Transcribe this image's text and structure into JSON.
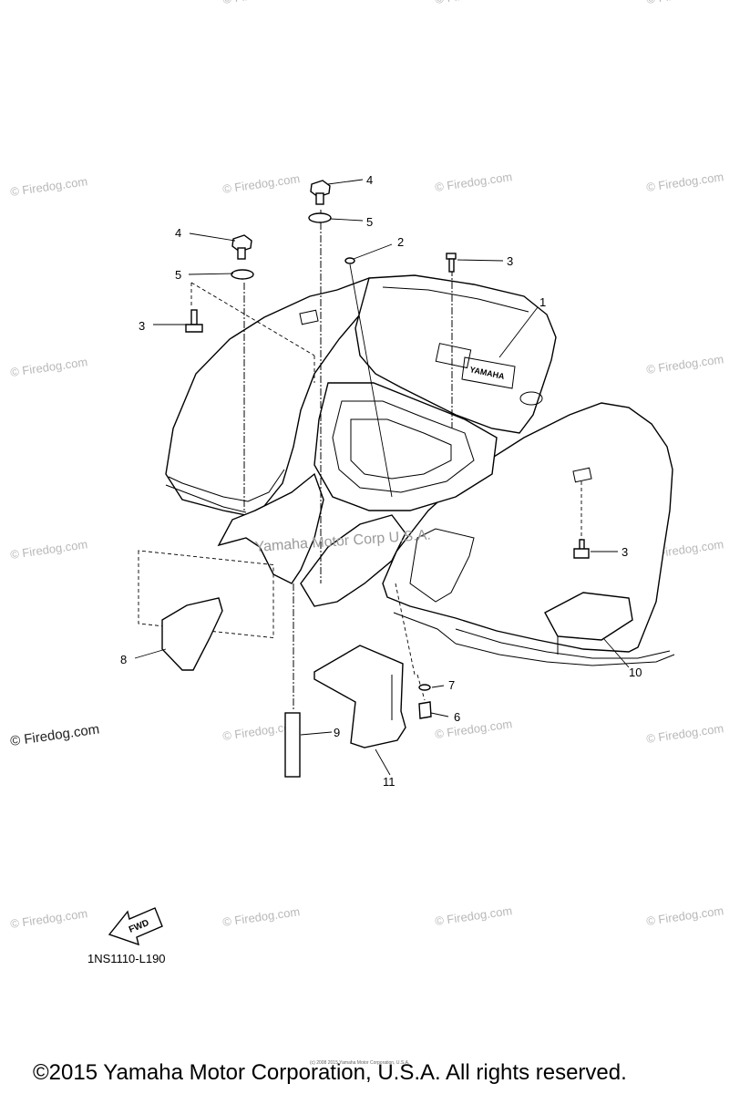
{
  "diagram_code": "1NS1110-L190",
  "copyright": "©2015 Yamaha Motor Corporation, U.S.A. All rights reserved.",
  "copyright_small": "(c) 2008 2015 Yamaha Motor Corporation, U.S.A.",
  "watermark": "© Firedog.com",
  "embossed_logo": "YAMAHA",
  "fwd_label": "FWD",
  "center_watermark": "Yamaha Motor Corp U.S.A.",
  "callouts": {
    "c1": "1",
    "c2": "2",
    "c3a": "3",
    "c3b": "3",
    "c3c": "3",
    "c4a": "4",
    "c4b": "4",
    "c5a": "5",
    "c5b": "5",
    "c6": "6",
    "c7": "7",
    "c8": "8",
    "c9": "9",
    "c10": "10",
    "c11": "11"
  }
}
